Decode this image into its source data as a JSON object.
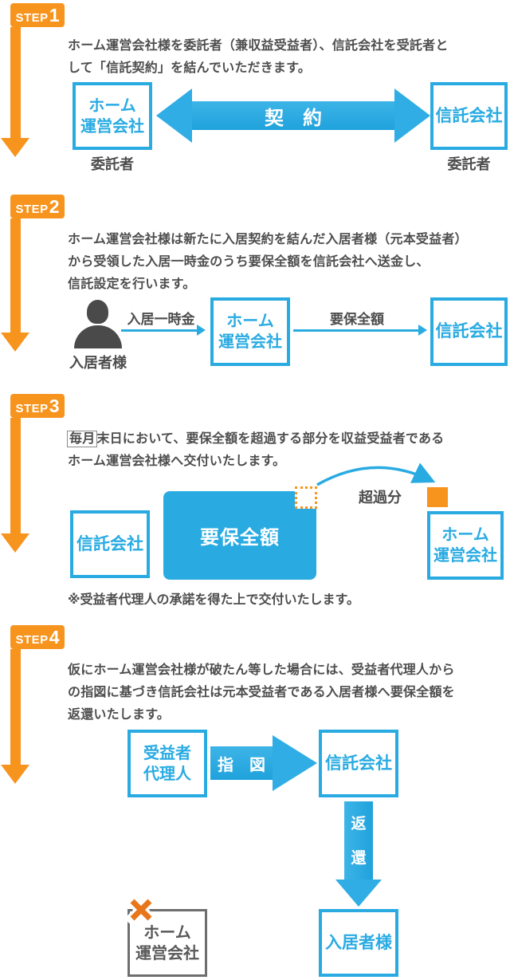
{
  "colors": {
    "orange": "#F7941E",
    "blue": "#29ABE2",
    "text_gray": "#4D4D4D",
    "failed_gray": "#6e6e6e"
  },
  "icons": {
    "person": "person-silhouette-icon",
    "cross": "bankruptcy-x-icon",
    "curved_arrow": "excess-transfer-arrow-icon"
  },
  "step1": {
    "badge_prefix": "STEP",
    "badge_number": "1",
    "desc_line1": "ホーム運営会社様を委託者（兼収益受益者）、信託会社を受託者と",
    "desc_line2": "して「信託契約」を結んでいただきます。",
    "left_box_line1": "ホーム",
    "left_box_line2": "運営会社",
    "left_box_label": "委託者",
    "arrow_label": "契　約",
    "right_box": "信託会社",
    "right_box_label": "委託者"
  },
  "step2": {
    "badge_prefix": "STEP",
    "badge_number": "2",
    "desc_line1": "ホーム運営会社様は新たに入居契約を結んだ入居者様（元本受益者）",
    "desc_line2": "から受領した入居一時金のうち要保全額を信託会社へ送金し、",
    "desc_line3": "信託設定を行います。",
    "person_label": "入居者様",
    "arrow1_label": "入居一時金",
    "mid_box_line1": "ホーム",
    "mid_box_line2": "運営会社",
    "arrow2_label": "要保全額",
    "right_box": "信託会社"
  },
  "step3": {
    "badge_prefix": "STEP",
    "badge_number": "3",
    "desc_line1_highlight": "毎月",
    "desc_line1_rest": "末日において、要保全額を超過する部分を収益受益者である",
    "desc_line2": "ホーム運営会社様へ交付いたします。",
    "left_box": "信託会社",
    "big_box": "要保全額",
    "excess_label": "超過分",
    "right_box_line1": "ホーム",
    "right_box_line2": "運営会社",
    "note": "※受益者代理人の承諾を得た上で交付いたします。"
  },
  "step4": {
    "badge_prefix": "STEP",
    "badge_number": "4",
    "desc_line1": "仮にホーム運営会社様が破たん等した場合には、受益者代理人から",
    "desc_line2": "の指図に基づき信託会社は元本受益者である入居者様へ要保全額を",
    "desc_line3": "返還いたします。",
    "left_box_line1": "受益者",
    "left_box_line2": "代理人",
    "arrow_label": "指　図",
    "mid_box": "信託会社",
    "down_label_char1": "返",
    "down_label_char2": "還",
    "bottom_box": "入居者様",
    "failed_box_line1": "ホーム",
    "failed_box_line2": "運営会社"
  }
}
